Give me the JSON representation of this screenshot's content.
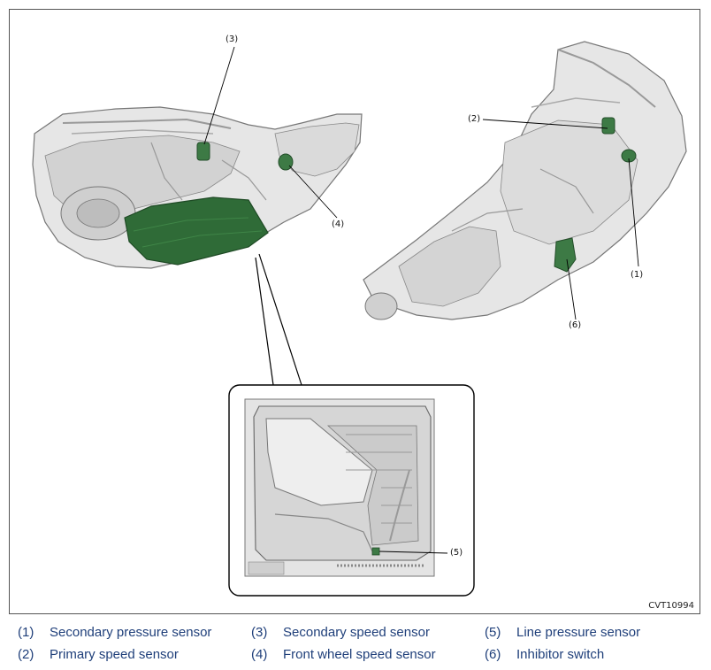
{
  "figure": {
    "code": "CVT10994",
    "callouts": [
      "(1)",
      "(2)",
      "(3)",
      "(4)",
      "(5)",
      "(6)"
    ]
  },
  "legend": [
    {
      "num": "(1)",
      "label": "Secondary pressure sensor"
    },
    {
      "num": "(2)",
      "label": "Primary speed sensor"
    },
    {
      "num": "(3)",
      "label": "Secondary speed sensor"
    },
    {
      "num": "(4)",
      "label": "Front wheel speed sensor"
    },
    {
      "num": "(5)",
      "label": "Line pressure sensor"
    },
    {
      "num": "(6)",
      "label": "Inhibitor switch"
    }
  ],
  "colors": {
    "sensor_green": "#3d7a45",
    "pan_green": "#2f6b37",
    "legend_text": "#1f3f7a"
  }
}
